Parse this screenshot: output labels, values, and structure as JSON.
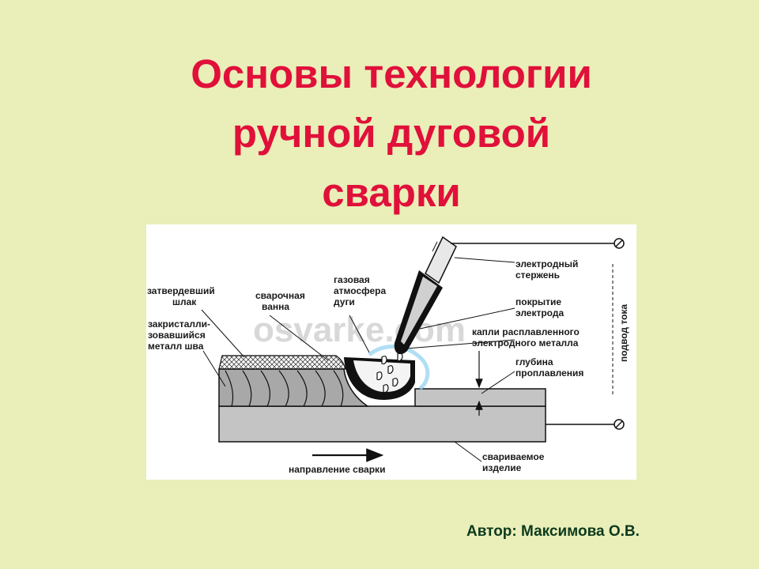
{
  "slide": {
    "title_lines": [
      "Основы технологии",
      "ручной дуговой",
      "сварки"
    ],
    "author": "Автор: Максимова О.В."
  },
  "diagram": {
    "watermark": "osvarke.com",
    "labels": {
      "hardened_slag": [
        "затвердевший",
        "шлак"
      ],
      "weld_pool": [
        "сварочная",
        "ванна"
      ],
      "gas_atmosphere": [
        "газовая",
        "атмосфера",
        "дуги"
      ],
      "crystallized_metal": [
        "закристалли-",
        "зовавшийся",
        "металл шва"
      ],
      "electrode_rod": [
        "электродный",
        "стержень"
      ],
      "electrode_coating": [
        "покрытие",
        "электрода"
      ],
      "molten_droplets": [
        "капли расплавленного",
        "электродного металла"
      ],
      "penetration_depth": [
        "глубина",
        "проплавления"
      ],
      "current_supply": "подвод тока",
      "workpiece": [
        "свариваемое",
        "изделие"
      ],
      "welding_direction": "направление сварки"
    }
  }
}
